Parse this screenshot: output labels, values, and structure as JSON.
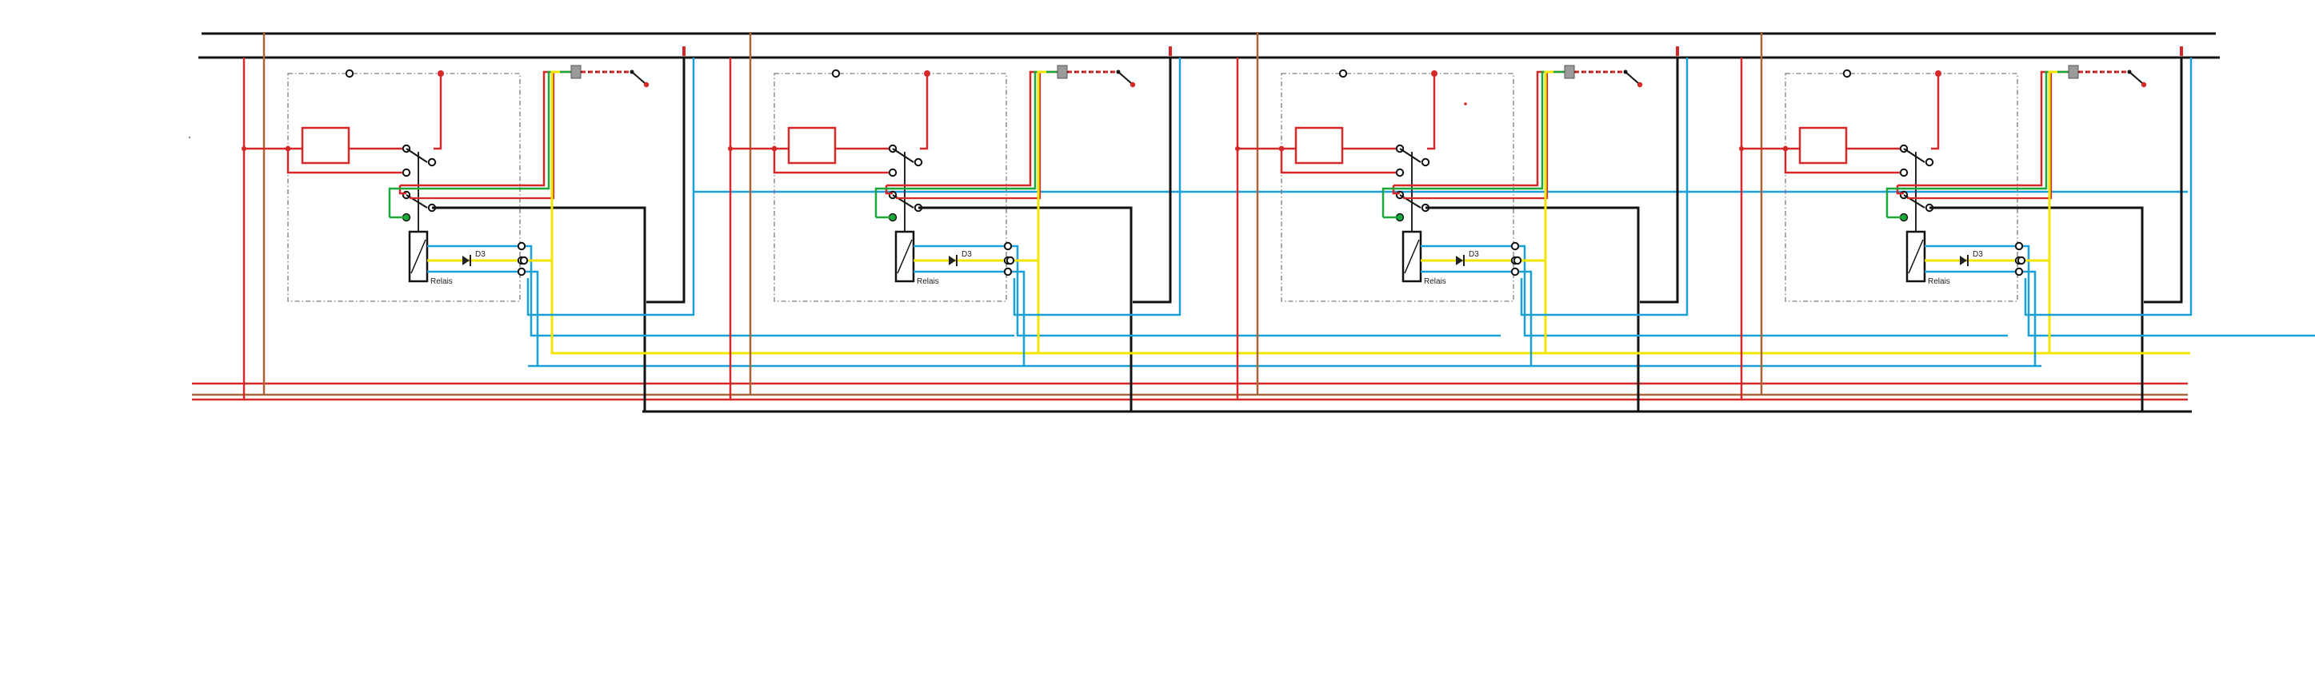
{
  "diagram": {
    "title": "",
    "colors": {
      "background": "#ffffff",
      "red": "#d62828",
      "black": "#111111",
      "blue": "#1b9fd8",
      "yellow": "#f2e600",
      "green": "#1aa83a",
      "brown": "#a8653a",
      "gray": "#9a9a9a",
      "box_border": "#7a7a7a"
    },
    "modules": [
      {
        "relay_label": "Relais",
        "diode_label": "D3"
      },
      {
        "relay_label": "Relais",
        "diode_label": "D3"
      },
      {
        "relay_label": "Relais",
        "diode_label": "D3"
      },
      {
        "relay_label": "Relais",
        "diode_label": "D3"
      }
    ]
  }
}
